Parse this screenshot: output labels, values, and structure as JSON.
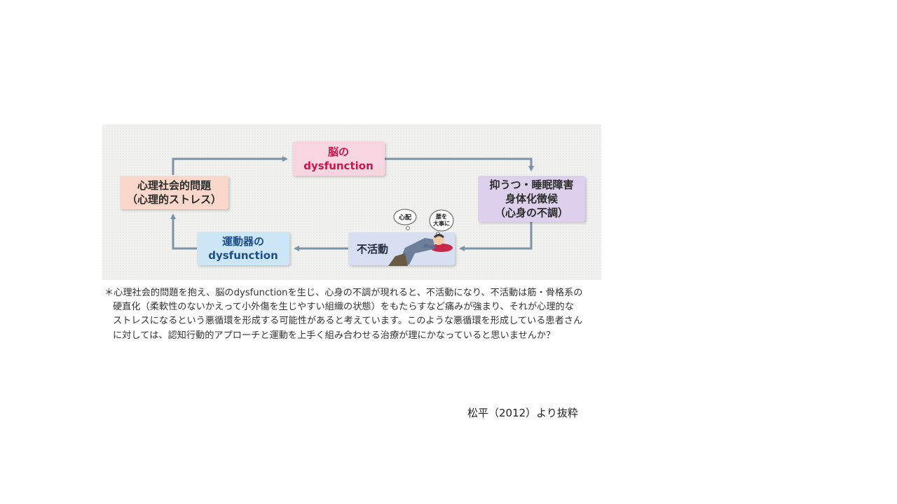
{
  "diagram": {
    "boxes": {
      "brain": {
        "line1": "脳の",
        "line2": "dysfunction"
      },
      "psychosocial": {
        "line1": "心理社会的問題",
        "line2": "（心理的ストレス）"
      },
      "depression": {
        "line1": "抑うつ・睡眠障害",
        "line2": "身体化徴候",
        "line3": "（心身の不調）"
      },
      "inactivity": {
        "label": "不活動"
      },
      "motor": {
        "line1": "運動器の",
        "line2": "dysfunction"
      }
    },
    "bubbles": {
      "worry": "心配",
      "back_line1": "腰を",
      "back_line2": "大事に"
    },
    "colors": {
      "arrow": "#7c93a8",
      "brain_bg": "#f7d6e1",
      "brain_text": "#c8174a",
      "psycho_bg": "#f9d8cb",
      "depress_bg": "#ddd0ec",
      "inactive_bg": "#d8dff0",
      "motor_bg": "#cde6f5",
      "motor_text": "#1d4f86"
    }
  },
  "caption": {
    "line1": "＊心理社会的問題を抱え、脳のdysfunctionを生じ、心身の不調が現れると、不活動になり、不活動は筋・骨格系の",
    "line2": "硬直化（柔軟性のないかえって小外傷を生じやすい組織の状態）をもたらすなど痛みが強まり、それが心理的な",
    "line3": "ストレスになるという悪循環を形成する可能性があると考えています。このような悪循環を形成している患者さん",
    "line4": "に対しては、認知行動的アプローチと運動を上手く組み合わせる治療が理にかなっていると思いませんか？"
  },
  "source": "松平（2012）より抜粋"
}
